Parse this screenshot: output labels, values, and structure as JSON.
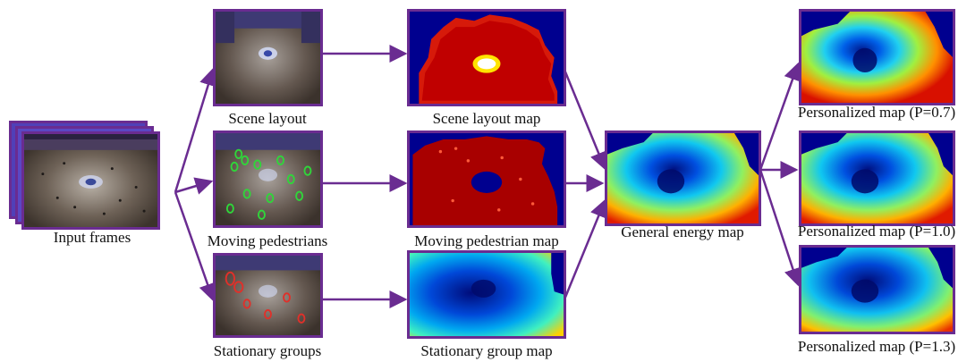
{
  "stages": {
    "input": {
      "caption": "Input frames"
    },
    "scene_layout": {
      "caption": "Scene layout"
    },
    "moving_pedestrians": {
      "caption": "Moving pedestrians"
    },
    "stationary_groups": {
      "caption": "Stationary groups"
    },
    "scene_layout_map": {
      "caption": "Scene layout map"
    },
    "moving_pedestrian_map": {
      "caption": "Moving pedestrian map"
    },
    "stationary_group_map": {
      "caption": "Stationary group map"
    },
    "general_energy_map": {
      "caption": "General energy map"
    },
    "personalized_map_1": {
      "caption": "Personalized map (P=0.7)"
    },
    "personalized_map_2": {
      "caption": "Personalized map (P=1.0)"
    },
    "personalized_map_3": {
      "caption": "Personalized map (P=1.3)"
    }
  },
  "colors": {
    "frame_border": "#6a2c91",
    "arrow": "#6a2c91",
    "pedestrian_marker": "#2fd63a",
    "group_marker": "#e0302a"
  }
}
